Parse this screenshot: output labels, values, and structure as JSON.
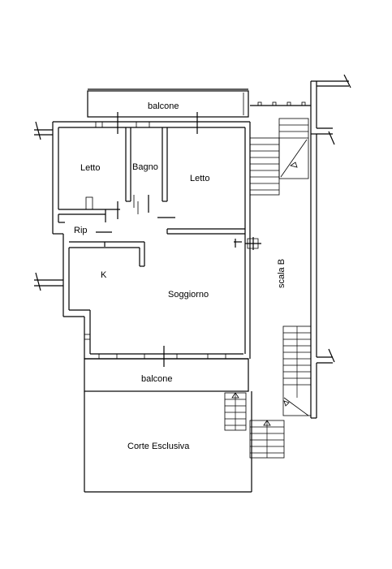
{
  "rooms": {
    "balcone_top": "balcone",
    "letto_left": "Letto",
    "bagno": "Bagno",
    "letto_right": "Letto",
    "rip": "Rip",
    "kitchen": "K",
    "soggiorno": "Soggiorno",
    "balcone_bottom": "balcone",
    "corte": "Corte Esclusiva"
  },
  "stair_label": "scala B"
}
